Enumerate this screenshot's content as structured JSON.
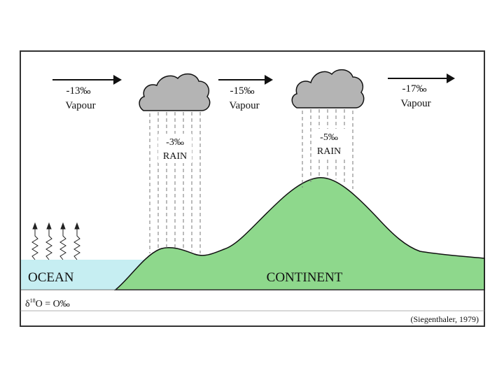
{
  "vapour_labels": [
    {
      "value": "-13‰",
      "word": "Vapour"
    },
    {
      "value": "-15‰",
      "word": "Vapour"
    },
    {
      "value": "-17‰",
      "word": "Vapour"
    }
  ],
  "rain_labels": [
    {
      "value": "-3‰",
      "word": "RAIN"
    },
    {
      "value": "-5‰",
      "word": "RAIN"
    }
  ],
  "ocean_label": "OCEAN",
  "continent_label": "CONTINENT",
  "delta_symbol": "δ",
  "delta_superscript": "18",
  "delta_rest": "O = O‰",
  "citation": "(Siegenthaler, 1979)",
  "colors": {
    "ocean": "#c6eef2",
    "continent": "#8ed88c",
    "cloud": "#b4b4b4",
    "frame": "#333333"
  }
}
